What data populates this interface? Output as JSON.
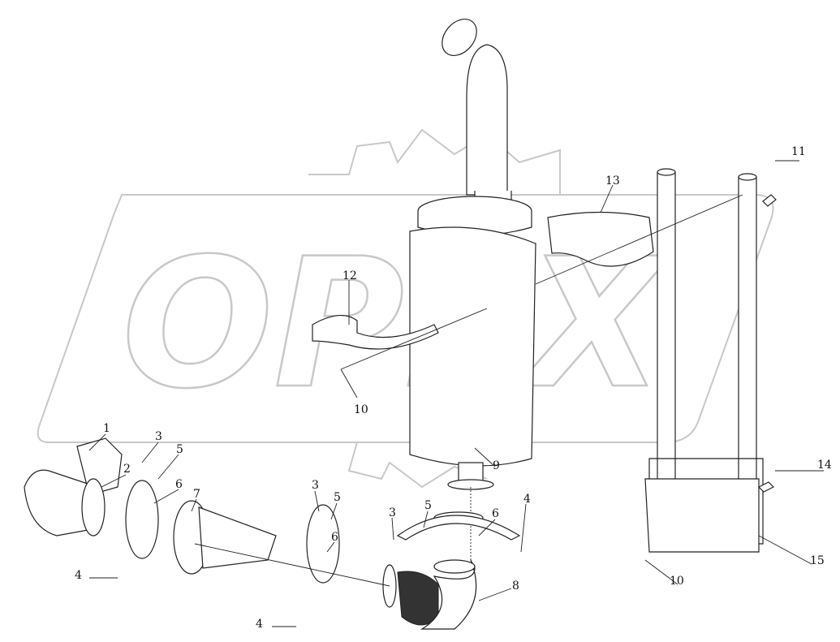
{
  "watermark": {
    "text": "OPEX",
    "color": "#c8c8c8"
  },
  "diagram": {
    "labels": {
      "l1": "1",
      "l2": "2",
      "l3a": "3",
      "l5a": "5",
      "l6a": "6",
      "l7": "7",
      "l4a": "4",
      "l3b": "3",
      "l5b": "5",
      "l6b": "6",
      "l4b": "4",
      "l3c": "3",
      "l5c": "5",
      "l6c": "6",
      "l4c": "4",
      "l8": "8",
      "l9": "9",
      "l10a": "10",
      "l10b": "10",
      "l11": "11",
      "l12": "12",
      "l13": "13",
      "l14": "14",
      "l15": "15"
    }
  }
}
